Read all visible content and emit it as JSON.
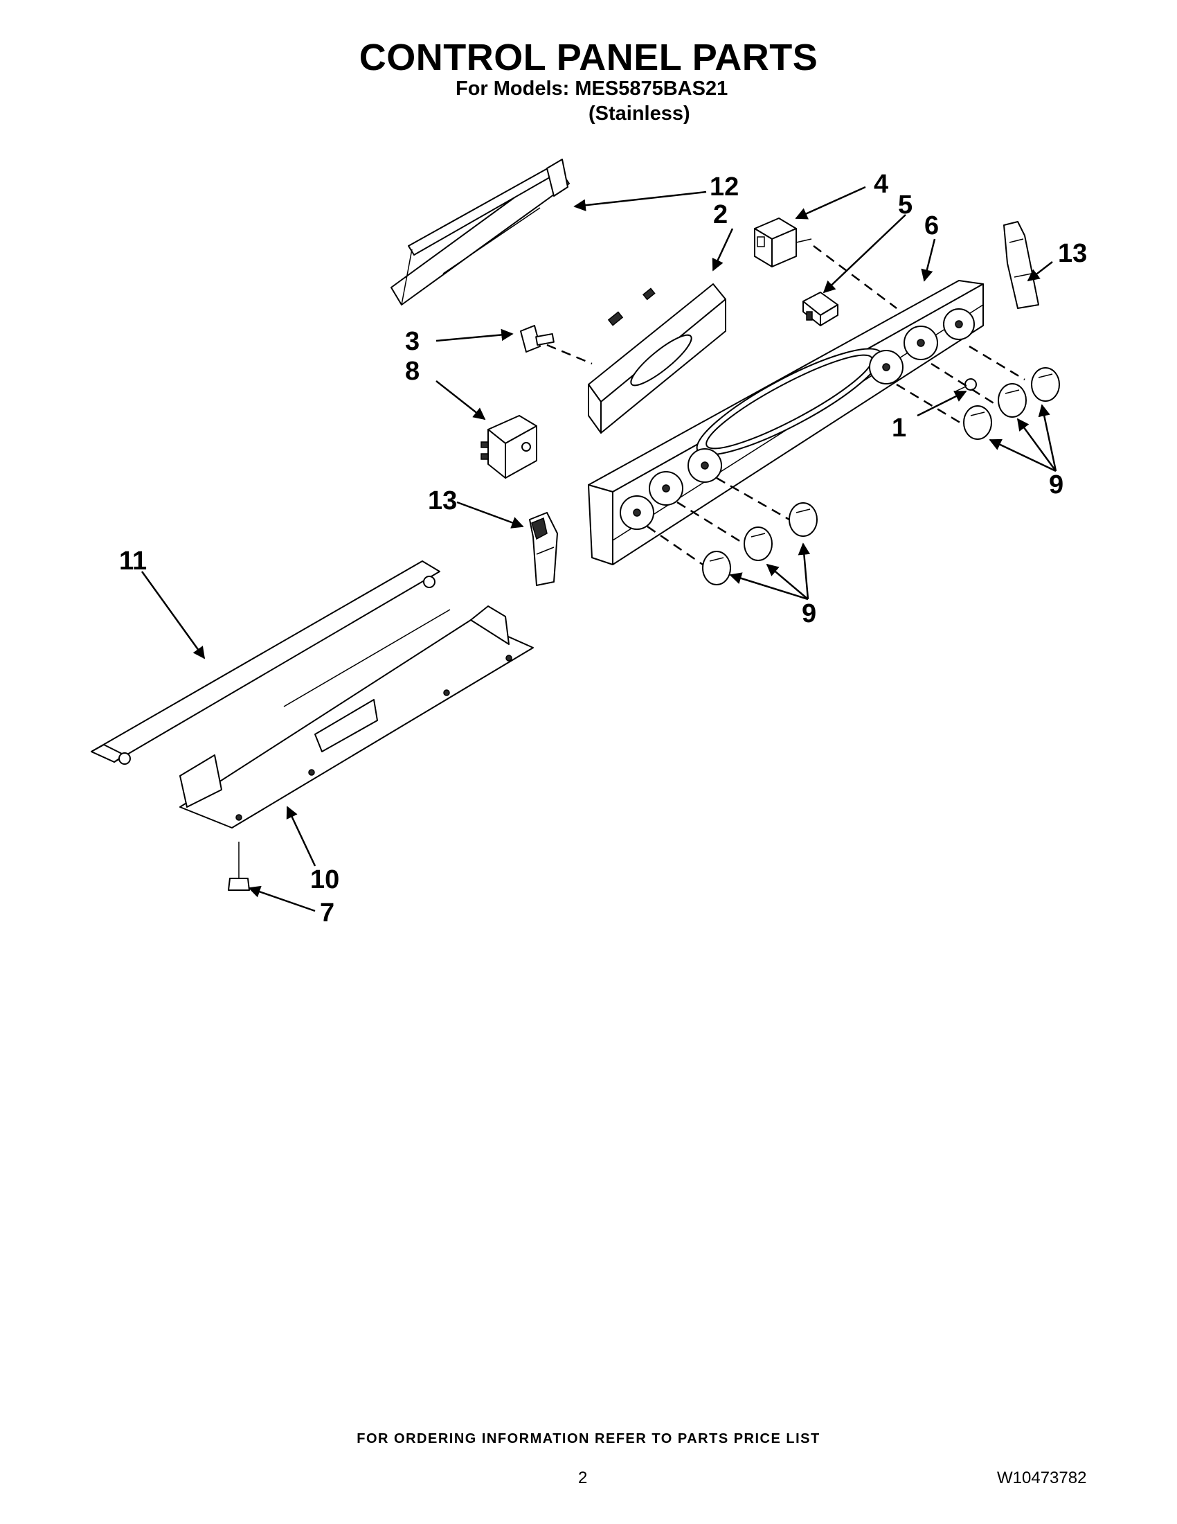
{
  "header": {
    "title": "CONTROL PANEL PARTS",
    "models_line": "For Models: MES5875BAS21",
    "finish": "(Stainless)"
  },
  "callouts": [
    {
      "id": "c1",
      "label": "1"
    },
    {
      "id": "c2",
      "label": "2"
    },
    {
      "id": "c3",
      "label": "3"
    },
    {
      "id": "c4",
      "label": "4"
    },
    {
      "id": "c5",
      "label": "5"
    },
    {
      "id": "c6",
      "label": "6"
    },
    {
      "id": "c7",
      "label": "7"
    },
    {
      "id": "c8",
      "label": "8"
    },
    {
      "id": "c9a",
      "label": "9"
    },
    {
      "id": "c9b",
      "label": "9"
    },
    {
      "id": "c10",
      "label": "10"
    },
    {
      "id": "c11",
      "label": "11"
    },
    {
      "id": "c12",
      "label": "12"
    },
    {
      "id": "c13a",
      "label": "13"
    },
    {
      "id": "c13b",
      "label": "13"
    }
  ],
  "footer": {
    "ordering_note": "FOR ORDERING INFORMATION REFER TO PARTS PRICE LIST",
    "page_number": "2",
    "document_number": "W10473782"
  }
}
